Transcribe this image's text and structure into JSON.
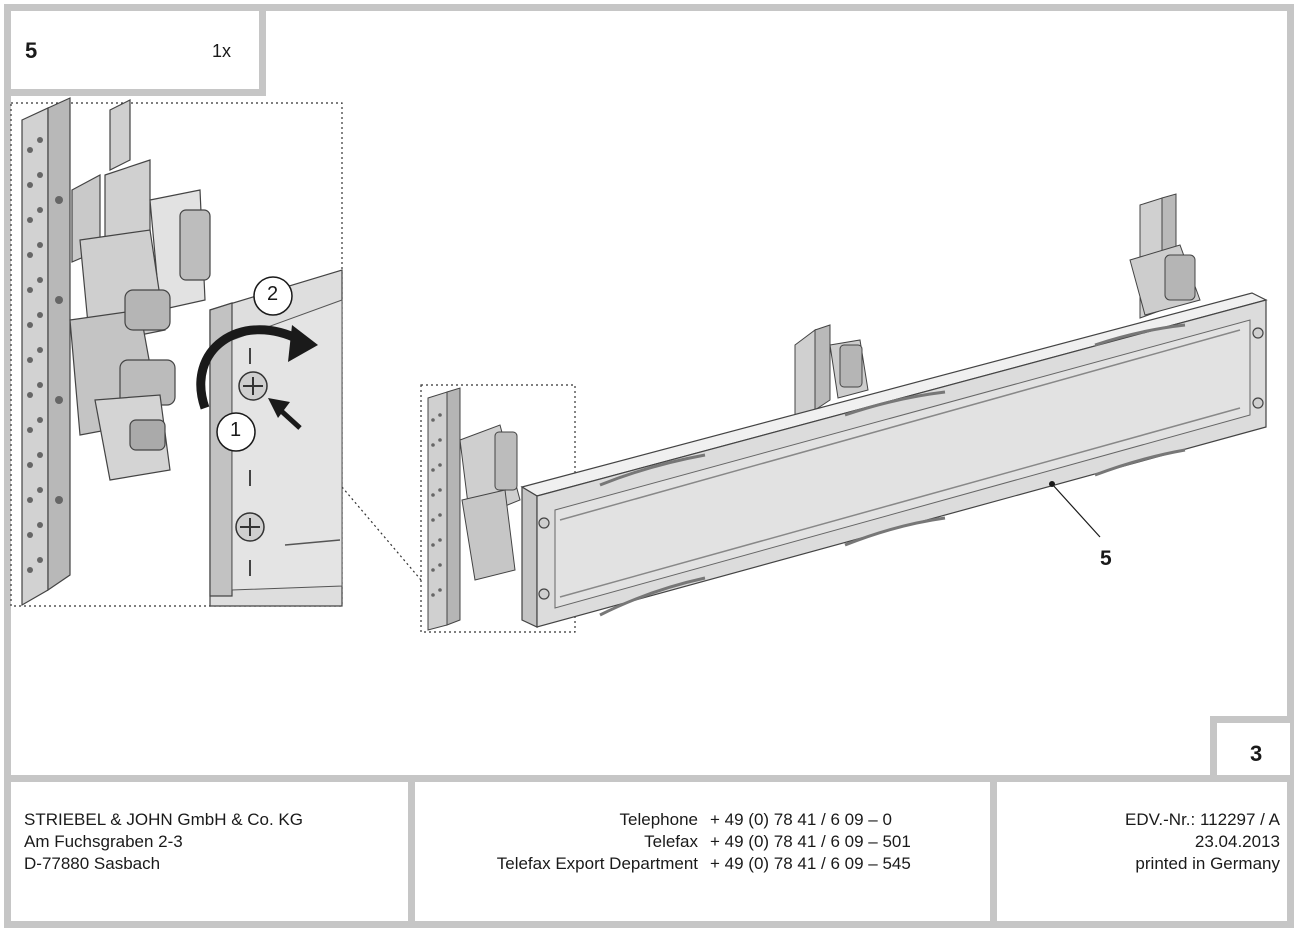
{
  "part": {
    "number": "5",
    "quantity": "1x"
  },
  "callouts": {
    "step1": "1",
    "step2": "2",
    "item_label": "5"
  },
  "page": {
    "number": "3"
  },
  "footer": {
    "company": [
      "STRIEBEL & JOHN GmbH & Co. KG",
      "Am Fuchsgraben 2-3",
      "D-77880 Sasbach"
    ],
    "contact": [
      {
        "label": "Telephone",
        "value": "+ 49 (0) 78 41 / 6 09 – 0"
      },
      {
        "label": "Telefax",
        "value": "+ 49 (0) 78 41 / 6 09 – 501"
      },
      {
        "label": "Telefax Export Department",
        "value": "+ 49 (0) 78 41 / 6 09 – 545"
      }
    ],
    "doc": [
      "EDV.-Nr.: 112297 / A",
      "23.04.2013",
      "printed in Germany"
    ]
  },
  "colors": {
    "border": "#c6c6c6",
    "panel": "#dcdcdc",
    "metal": "#bdbdbd"
  }
}
